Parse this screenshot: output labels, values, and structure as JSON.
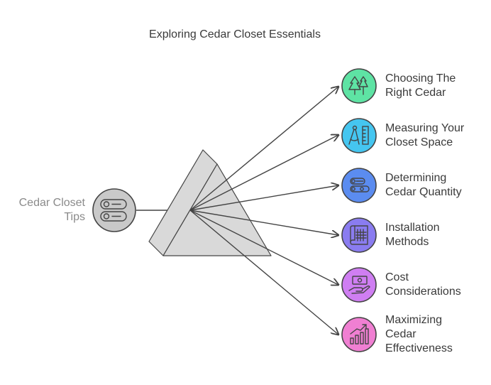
{
  "title": "Exploring Cedar Closet Essentials",
  "source": {
    "label_line1": "Cedar Closet",
    "label_line2": "Tips",
    "icon": "toggle-switches-icon",
    "color": "#c9c9c9"
  },
  "items": [
    {
      "line1": "Choosing The",
      "line2": "Right Cedar",
      "line3": "",
      "icon": "trees-icon",
      "color": "#5ee3a4"
    },
    {
      "line1": "Measuring Your",
      "line2": "Closet Space",
      "line3": "",
      "icon": "drafting-compass-icon",
      "color": "#45c6f0"
    },
    {
      "line1": "Determining",
      "line2": "Cedar Quantity",
      "line3": "",
      "icon": "logs-icon",
      "color": "#5b8cf0"
    },
    {
      "line1": "Installation",
      "line2": "Methods",
      "line3": "",
      "icon": "blueprint-icon",
      "color": "#8a7cf0"
    },
    {
      "line1": "Cost",
      "line2": "Considerations",
      "line3": "",
      "icon": "money-hand-icon",
      "color": "#cf7ef2"
    },
    {
      "line1": "Maximizing",
      "line2": "Cedar",
      "line3": "Effectiveness",
      "icon": "growth-chart-icon",
      "color": "#f07fd2"
    }
  ]
}
